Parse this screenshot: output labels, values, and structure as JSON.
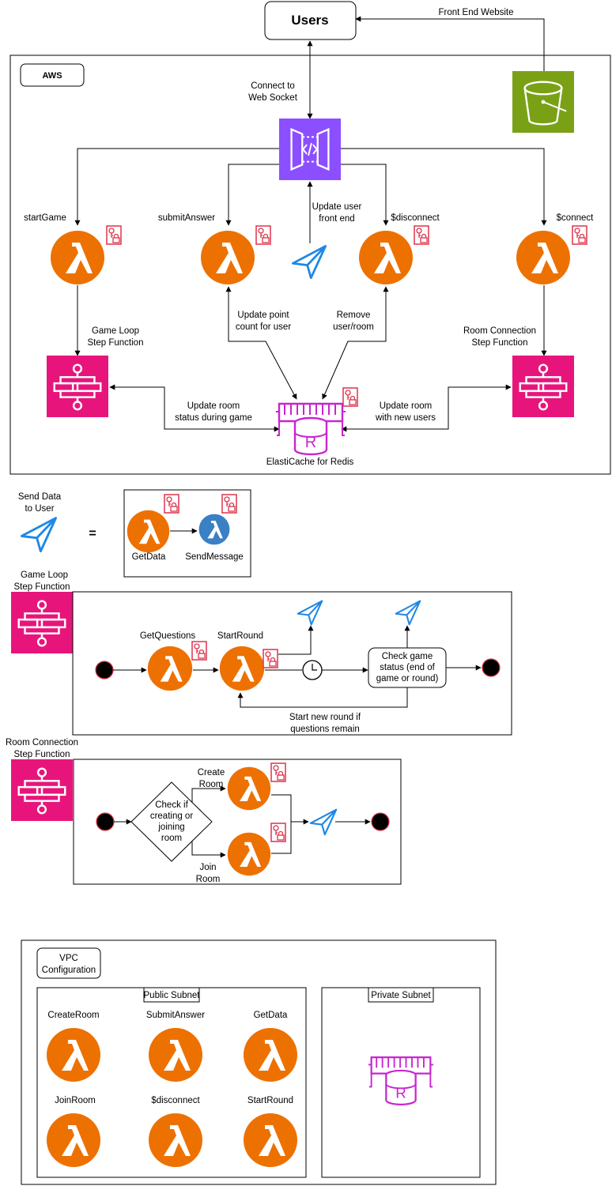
{
  "users_label": "Users",
  "frontend_label": "Front End Website",
  "aws_label": "AWS",
  "apigw_label": "Connect to\nWeb Socket",
  "lambdas_top": {
    "startGame": "startGame",
    "submitAnswer": "submitAnswer",
    "disconnect": "$disconnect",
    "connect": "$connect"
  },
  "update_user_front_end": "Update user\nfront end",
  "update_point_count": "Update point\ncount for user",
  "remove_user_room": "Remove\nuser/room",
  "game_loop_sf": "Game Loop\nStep Function",
  "room_connection_sf": "Room Connection\nStep Function",
  "update_room_status": "Update room\nstatus during game",
  "update_room_users": "Update room\nwith new users",
  "elasticache_label": "ElastiCache for Redis",
  "send_data": {
    "title": "Send Data\nto User",
    "equals": "=",
    "getdata": "GetData",
    "sendmessage": "SendMessage"
  },
  "game_loop": {
    "title": "Game Loop\nStep Function",
    "get_questions": "GetQuestions",
    "start_round": "StartRound",
    "check_status": "Check game\nstatus (end of\ngame or round)",
    "new_round": "Start new round if\nquestions remain"
  },
  "room_connection": {
    "title": "Room Connection\nStep Function",
    "check": "Check if\ncreating or\njoining\nroom",
    "create_room": "Create\nRoom",
    "join_room": "Join\nRoom"
  },
  "vpc": {
    "title": "VPC\nConfiguration",
    "public_subnet": "Public Subnet",
    "private_subnet": "Private Subnet",
    "lambdas": [
      "CreateRoom",
      "SubmitAnswer",
      "GetData",
      "JoinRoom",
      "$disconnect",
      "StartRound"
    ]
  },
  "colors": {
    "lambda_orange": "#ED7100",
    "lambda_blue": "#3B7FC4",
    "step_function_pink": "#E7157B",
    "apigw_purple": "#8C4FFF",
    "s3_green": "#7AA116",
    "redis_magenta": "#C925D1",
    "send_blue": "#1E88E5",
    "iam_red": "#DD344C"
  }
}
